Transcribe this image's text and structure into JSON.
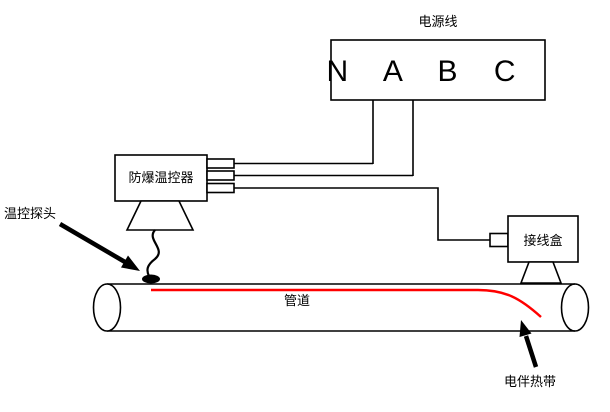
{
  "labels": {
    "power_line": "电源线",
    "terminals": "N A B C",
    "controller": "防爆温控器",
    "junction_box": "接线盒",
    "pipe": "管道",
    "probe": "温控探头",
    "heat_tape": "电伴热带"
  },
  "colors": {
    "line": "#000000",
    "heat_tape": "#ff0000",
    "background": "#ffffff"
  }
}
